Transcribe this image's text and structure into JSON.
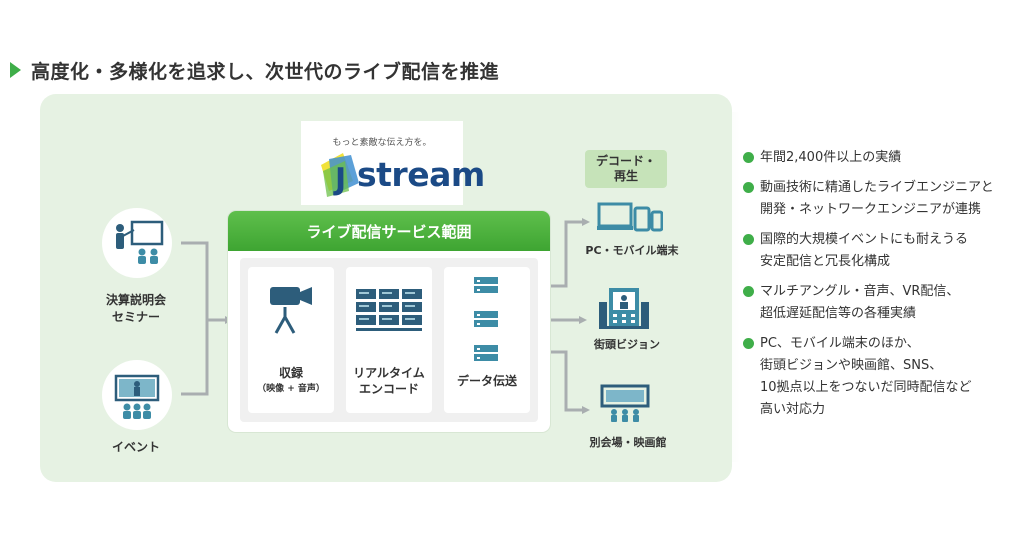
{
  "heading": "高度化・多様化を追求し、次世代のライブ配信を推進",
  "logo": {
    "tagline": "もっと素敵な伝え方を。",
    "wordmark": "stream"
  },
  "scope_title": "ライブ配信サービス範囲",
  "sources": [
    {
      "line1": "決算説明会",
      "line2": "セミナー"
    },
    {
      "line1": "イベント"
    }
  ],
  "steps": [
    {
      "line1": "収録",
      "line2": "（映像 + 音声）"
    },
    {
      "line1": "リアルタイム",
      "line2": "エンコード"
    },
    {
      "line1": "データ伝送"
    }
  ],
  "decode": {
    "line1": "デコード・",
    "line2": "再生"
  },
  "destinations": [
    {
      "label": "PC・モバイル端末"
    },
    {
      "label": "街頭ビジョン"
    },
    {
      "label": "別会場・映画館"
    }
  ],
  "bullets": [
    {
      "lines": [
        "年間2,400件以上の実績"
      ]
    },
    {
      "lines": [
        "動画技術に精通したライブエンジニアと",
        "開発・ネットワークエンジニアが連携"
      ]
    },
    {
      "lines": [
        "国際的大規模イベントにも耐えうる",
        "安定配信と冗長化構成"
      ]
    },
    {
      "lines": [
        "マルチアングル・音声、VR配信、",
        "超低遅延配信等の各種実績"
      ]
    },
    {
      "lines": [
        "PC、モバイル端末のほか、",
        "街頭ビジョンや映画館、SNS、",
        "10拠点以上をつないだ同時配信など",
        "高い対応力"
      ]
    }
  ],
  "colors": {
    "accent_green": "#3fae49",
    "icon_navy": "#2d5d7b",
    "icon_teal": "#3d8ca6",
    "panel_bg": "#e6f2e3",
    "arrow_gray": "#a9aeb0"
  }
}
